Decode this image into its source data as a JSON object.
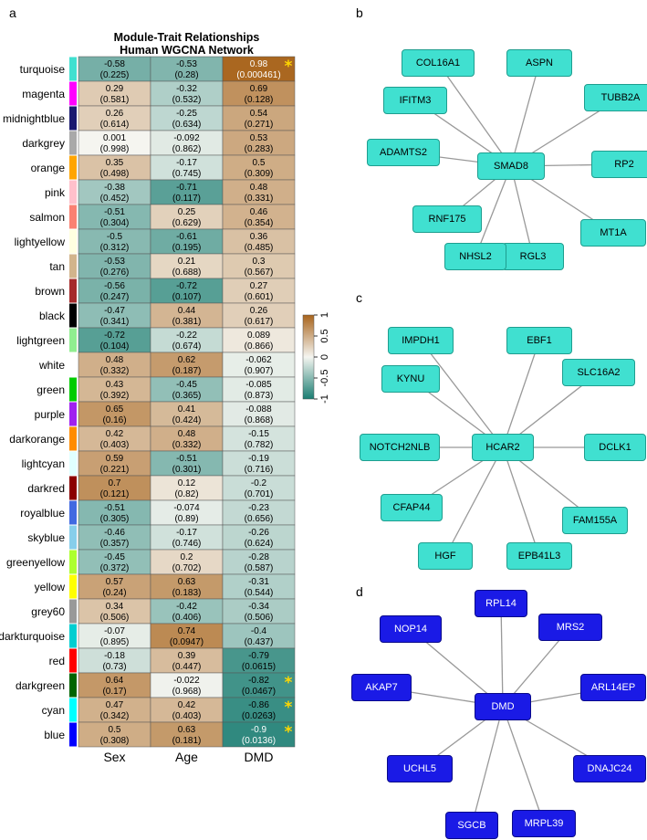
{
  "panels": {
    "a": "a",
    "b": "b",
    "c": "c",
    "d": "d"
  },
  "heatmap": {
    "title_line1": "Module-Trait Relationships",
    "title_line2": "Human WGCNA Network",
    "columns": [
      "Sex",
      "Age",
      "DMD"
    ],
    "colorbar_ticks": [
      "1",
      "0.5",
      "0",
      "-0.5",
      "-1"
    ],
    "colorbar_tick_values": [
      1,
      0.5,
      0,
      -0.5,
      -1
    ],
    "colors": {
      "low": "#1a7d72",
      "mid": "#f5f5f0",
      "high": "#a8641c",
      "star": "#ffd700",
      "grid": "#555555"
    },
    "modules": [
      {
        "name": "turquoise",
        "color": "#40e0d0",
        "cells": [
          {
            "r": "-0.58",
            "p": "(0.225)"
          },
          {
            "r": "-0.53",
            "p": "(0.28)"
          },
          {
            "r": "0.98",
            "p": "(0.000461)",
            "star": "*"
          }
        ]
      },
      {
        "name": "magenta",
        "color": "#ff00ff",
        "cells": [
          {
            "r": "0.29",
            "p": "(0.581)"
          },
          {
            "r": "-0.32",
            "p": "(0.532)"
          },
          {
            "r": "0.69",
            "p": "(0.128)"
          }
        ]
      },
      {
        "name": "midnightblue",
        "color": "#191970",
        "cells": [
          {
            "r": "0.26",
            "p": "(0.614)"
          },
          {
            "r": "-0.25",
            "p": "(0.634)"
          },
          {
            "r": "0.54",
            "p": "(0.271)"
          }
        ]
      },
      {
        "name": "darkgrey",
        "color": "#a9a9a9",
        "cells": [
          {
            "r": "0.001",
            "p": "(0.998)"
          },
          {
            "r": "-0.092",
            "p": "(0.862)"
          },
          {
            "r": "0.53",
            "p": "(0.283)"
          }
        ]
      },
      {
        "name": "orange",
        "color": "#ffa500",
        "cells": [
          {
            "r": "0.35",
            "p": "(0.498)"
          },
          {
            "r": "-0.17",
            "p": "(0.745)"
          },
          {
            "r": "0.5",
            "p": "(0.309)"
          }
        ]
      },
      {
        "name": "pink",
        "color": "#ffc0cb",
        "cells": [
          {
            "r": "-0.38",
            "p": "(0.452)"
          },
          {
            "r": "-0.71",
            "p": "(0.117)"
          },
          {
            "r": "0.48",
            "p": "(0.331)"
          }
        ]
      },
      {
        "name": "salmon",
        "color": "#fa8072",
        "cells": [
          {
            "r": "-0.51",
            "p": "(0.304)"
          },
          {
            "r": "0.25",
            "p": "(0.629)"
          },
          {
            "r": "0.46",
            "p": "(0.354)"
          }
        ]
      },
      {
        "name": "lightyellow",
        "color": "#ffffe0",
        "cells": [
          {
            "r": "-0.5",
            "p": "(0.312)"
          },
          {
            "r": "-0.61",
            "p": "(0.195)"
          },
          {
            "r": "0.36",
            "p": "(0.485)"
          }
        ]
      },
      {
        "name": "tan",
        "color": "#d2b48c",
        "cells": [
          {
            "r": "-0.53",
            "p": "(0.276)"
          },
          {
            "r": "0.21",
            "p": "(0.688)"
          },
          {
            "r": "0.3",
            "p": "(0.567)"
          }
        ]
      },
      {
        "name": "brown",
        "color": "#a52a2a",
        "cells": [
          {
            "r": "-0.56",
            "p": "(0.247)"
          },
          {
            "r": "-0.72",
            "p": "(0.107)"
          },
          {
            "r": "0.27",
            "p": "(0.601)"
          }
        ]
      },
      {
        "name": "black",
        "color": "#000000",
        "cells": [
          {
            "r": "-0.47",
            "p": "(0.341)"
          },
          {
            "r": "0.44",
            "p": "(0.381)"
          },
          {
            "r": "0.26",
            "p": "(0.617)"
          }
        ]
      },
      {
        "name": "lightgreen",
        "color": "#90ee90",
        "cells": [
          {
            "r": "-0.72",
            "p": "(0.104)"
          },
          {
            "r": "-0.22",
            "p": "(0.674)"
          },
          {
            "r": "0.089",
            "p": "(0.866)"
          }
        ]
      },
      {
        "name": "white",
        "color": "#ffffff",
        "cells": [
          {
            "r": "0.48",
            "p": "(0.332)"
          },
          {
            "r": "0.62",
            "p": "(0.187)"
          },
          {
            "r": "-0.062",
            "p": "(0.907)"
          }
        ]
      },
      {
        "name": "green",
        "color": "#00cc00",
        "cells": [
          {
            "r": "0.43",
            "p": "(0.392)"
          },
          {
            "r": "-0.45",
            "p": "(0.365)"
          },
          {
            "r": "-0.085",
            "p": "(0.873)"
          }
        ]
      },
      {
        "name": "purple",
        "color": "#a020f0",
        "cells": [
          {
            "r": "0.65",
            "p": "(0.16)"
          },
          {
            "r": "0.41",
            "p": "(0.424)"
          },
          {
            "r": "-0.088",
            "p": "(0.868)"
          }
        ]
      },
      {
        "name": "darkorange",
        "color": "#ff8c00",
        "cells": [
          {
            "r": "0.42",
            "p": "(0.403)"
          },
          {
            "r": "0.48",
            "p": "(0.332)"
          },
          {
            "r": "-0.15",
            "p": "(0.782)"
          }
        ]
      },
      {
        "name": "lightcyan",
        "color": "#e0ffff",
        "cells": [
          {
            "r": "0.59",
            "p": "(0.221)"
          },
          {
            "r": "-0.51",
            "p": "(0.301)"
          },
          {
            "r": "-0.19",
            "p": "(0.716)"
          }
        ]
      },
      {
        "name": "darkred",
        "color": "#8b0000",
        "cells": [
          {
            "r": "0.7",
            "p": "(0.121)"
          },
          {
            "r": "0.12",
            "p": "(0.82)"
          },
          {
            "r": "-0.2",
            "p": "(0.701)"
          }
        ]
      },
      {
        "name": "royalblue",
        "color": "#4169e1",
        "cells": [
          {
            "r": "-0.51",
            "p": "(0.305)"
          },
          {
            "r": "-0.074",
            "p": "(0.89)"
          },
          {
            "r": "-0.23",
            "p": "(0.656)"
          }
        ]
      },
      {
        "name": "skyblue",
        "color": "#87ceeb",
        "cells": [
          {
            "r": "-0.46",
            "p": "(0.357)"
          },
          {
            "r": "-0.17",
            "p": "(0.746)"
          },
          {
            "r": "-0.26",
            "p": "(0.624)"
          }
        ]
      },
      {
        "name": "greenyellow",
        "color": "#adff2f",
        "cells": [
          {
            "r": "-0.45",
            "p": "(0.372)"
          },
          {
            "r": "0.2",
            "p": "(0.702)"
          },
          {
            "r": "-0.28",
            "p": "(0.587)"
          }
        ]
      },
      {
        "name": "yellow",
        "color": "#ffff00",
        "cells": [
          {
            "r": "0.57",
            "p": "(0.24)"
          },
          {
            "r": "0.63",
            "p": "(0.183)"
          },
          {
            "r": "-0.31",
            "p": "(0.544)"
          }
        ]
      },
      {
        "name": "grey60",
        "color": "#999999",
        "cells": [
          {
            "r": "0.34",
            "p": "(0.506)"
          },
          {
            "r": "-0.42",
            "p": "(0.406)"
          },
          {
            "r": "-0.34",
            "p": "(0.506)"
          }
        ]
      },
      {
        "name": "darkturquoise",
        "color": "#00ced1",
        "cells": [
          {
            "r": "-0.07",
            "p": "(0.895)"
          },
          {
            "r": "0.74",
            "p": "(0.0947)"
          },
          {
            "r": "-0.4",
            "p": "(0.437)"
          }
        ]
      },
      {
        "name": "red",
        "color": "#ff0000",
        "cells": [
          {
            "r": "-0.18",
            "p": "(0.73)"
          },
          {
            "r": "0.39",
            "p": "(0.447)"
          },
          {
            "r": "-0.79",
            "p": "(0.0615)"
          }
        ]
      },
      {
        "name": "darkgreen",
        "color": "#006400",
        "cells": [
          {
            "r": "0.64",
            "p": "(0.17)"
          },
          {
            "r": "-0.022",
            "p": "(0.968)"
          },
          {
            "r": "-0.82",
            "p": "(0.0467)",
            "star": "*"
          }
        ]
      },
      {
        "name": "cyan",
        "color": "#00ffff",
        "cells": [
          {
            "r": "0.47",
            "p": "(0.342)"
          },
          {
            "r": "0.42",
            "p": "(0.403)"
          },
          {
            "r": "-0.86",
            "p": "(0.0263)",
            "star": "*"
          }
        ]
      },
      {
        "name": "blue",
        "color": "#0000ff",
        "cells": [
          {
            "r": "0.5",
            "p": "(0.308)"
          },
          {
            "r": "0.63",
            "p": "(0.181)"
          },
          {
            "r": "-0.9",
            "p": "(0.0136)",
            "star": "*"
          }
        ]
      }
    ]
  },
  "networks": [
    {
      "id": "b",
      "style": "teal",
      "hub": "SMAD8",
      "genes": [
        "COL16A1",
        "ASPN",
        "TUBB2A",
        "RP2",
        "MT1A",
        "RGL3",
        "NHSL2",
        "RNF175",
        "ADAMTS2",
        "IFITM3"
      ]
    },
    {
      "id": "c",
      "style": "teal",
      "hub": "HCAR2",
      "genes": [
        "IMPDH1",
        "EBF1",
        "SLC16A2",
        "DCLK1",
        "FAM155A",
        "EPB41L3",
        "HGF",
        "CFAP44",
        "NOTCH2NLB",
        "KYNU"
      ]
    },
    {
      "id": "d",
      "style": "blue",
      "hub": "DMD",
      "genes": [
        "RPL14",
        "MRS2",
        "ARL14EP",
        "DNAJC24",
        "MRPL39",
        "SGCB",
        "UCHL5",
        "AKAP7",
        "NOP14"
      ]
    }
  ],
  "chart_data": [
    {
      "type": "heatmap",
      "title": "Module-Trait Relationships Human WGCNA Network",
      "columns": [
        "Sex",
        "Age",
        "DMD"
      ],
      "rows": [
        "turquoise",
        "magenta",
        "midnightblue",
        "darkgrey",
        "orange",
        "pink",
        "salmon",
        "lightyellow",
        "tan",
        "brown",
        "black",
        "lightgreen",
        "white",
        "green",
        "purple",
        "darkorange",
        "lightcyan",
        "darkred",
        "royalblue",
        "skyblue",
        "greenyellow",
        "yellow",
        "grey60",
        "darkturquoise",
        "red",
        "darkgreen",
        "cyan",
        "blue"
      ],
      "values": [
        [
          -0.58,
          -0.53,
          0.98
        ],
        [
          0.29,
          -0.32,
          0.69
        ],
        [
          0.26,
          -0.25,
          0.54
        ],
        [
          0.001,
          -0.092,
          0.53
        ],
        [
          0.35,
          -0.17,
          0.5
        ],
        [
          -0.38,
          -0.71,
          0.48
        ],
        [
          -0.51,
          0.25,
          0.46
        ],
        [
          -0.5,
          -0.61,
          0.36
        ],
        [
          -0.53,
          0.21,
          0.3
        ],
        [
          -0.56,
          -0.72,
          0.27
        ],
        [
          -0.47,
          0.44,
          0.26
        ],
        [
          -0.72,
          -0.22,
          0.089
        ],
        [
          0.48,
          0.62,
          -0.062
        ],
        [
          0.43,
          -0.45,
          -0.085
        ],
        [
          0.65,
          0.41,
          -0.088
        ],
        [
          0.42,
          0.48,
          -0.15
        ],
        [
          0.59,
          -0.51,
          -0.19
        ],
        [
          0.7,
          0.12,
          -0.2
        ],
        [
          -0.51,
          -0.074,
          -0.23
        ],
        [
          -0.46,
          -0.17,
          -0.26
        ],
        [
          -0.45,
          0.2,
          -0.28
        ],
        [
          0.57,
          0.63,
          -0.31
        ],
        [
          0.34,
          -0.42,
          -0.34
        ],
        [
          -0.07,
          0.74,
          -0.4
        ],
        [
          -0.18,
          0.39,
          -0.79
        ],
        [
          0.64,
          -0.022,
          -0.82
        ],
        [
          0.47,
          0.42,
          -0.86
        ],
        [
          0.5,
          0.63,
          -0.9
        ]
      ],
      "pvalues": [
        [
          0.225,
          0.28,
          0.000461
        ],
        [
          0.581,
          0.532,
          0.128
        ],
        [
          0.614,
          0.634,
          0.271
        ],
        [
          0.998,
          0.862,
          0.283
        ],
        [
          0.498,
          0.745,
          0.309
        ],
        [
          0.452,
          0.117,
          0.331
        ],
        [
          0.304,
          0.629,
          0.354
        ],
        [
          0.312,
          0.195,
          0.485
        ],
        [
          0.276,
          0.688,
          0.567
        ],
        [
          0.247,
          0.107,
          0.601
        ],
        [
          0.341,
          0.381,
          0.617
        ],
        [
          0.104,
          0.674,
          0.866
        ],
        [
          0.332,
          0.187,
          0.907
        ],
        [
          0.392,
          0.365,
          0.873
        ],
        [
          0.16,
          0.424,
          0.868
        ],
        [
          0.403,
          0.332,
          0.782
        ],
        [
          0.221,
          0.301,
          0.716
        ],
        [
          0.121,
          0.82,
          0.701
        ],
        [
          0.305,
          0.89,
          0.656
        ],
        [
          0.357,
          0.746,
          0.624
        ],
        [
          0.372,
          0.702,
          0.587
        ],
        [
          0.24,
          0.183,
          0.544
        ],
        [
          0.506,
          0.406,
          0.506
        ],
        [
          0.895,
          0.0947,
          0.437
        ],
        [
          0.73,
          0.447,
          0.0615
        ],
        [
          0.17,
          0.968,
          0.0467
        ],
        [
          0.342,
          0.403,
          0.0263
        ],
        [
          0.308,
          0.181,
          0.0136
        ]
      ],
      "color_range": [
        -1,
        1
      ]
    }
  ]
}
